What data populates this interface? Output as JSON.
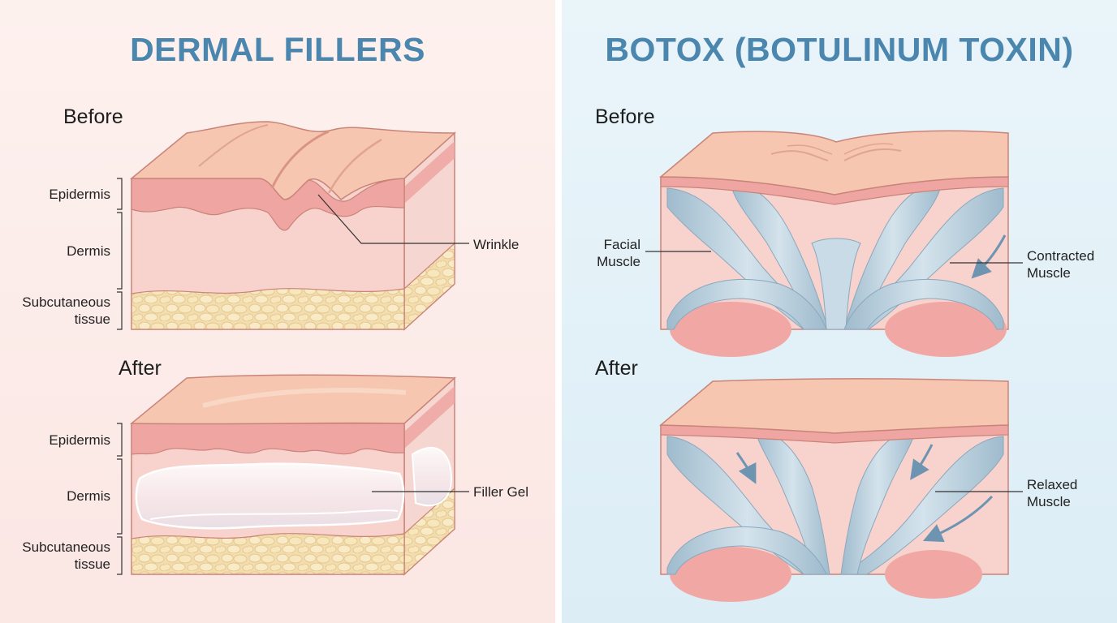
{
  "fillers": {
    "title": "DERMAL FILLERS",
    "before": {
      "stage": "Before",
      "labels": {
        "epidermis": "Epidermis",
        "dermis": "Dermis",
        "subcutaneous": "Subcutaneous\ntissue",
        "callout": "Wrinkle"
      }
    },
    "after": {
      "stage": "After",
      "labels": {
        "epidermis": "Epidermis",
        "dermis": "Dermis",
        "subcutaneous": "Subcutaneous\ntissue",
        "callout": "Filler Gel"
      }
    }
  },
  "botox": {
    "title": "BOTOX (BOTULINUM TOXIN)",
    "before": {
      "stage": "Before",
      "labels": {
        "facial_muscle": "Facial\nMuscle",
        "callout": "Contracted\nMuscle"
      }
    },
    "after": {
      "stage": "After",
      "labels": {
        "callout": "Relaxed\nMuscle"
      }
    }
  },
  "colors": {
    "title": "#4a86ad",
    "skin_top": "#f6c6b0",
    "epidermis": "#efa5a2",
    "dermis": "#f8d2cc",
    "fat": "#f3dfb3",
    "muscle": "#aac3d3",
    "outline": "#c98479"
  }
}
